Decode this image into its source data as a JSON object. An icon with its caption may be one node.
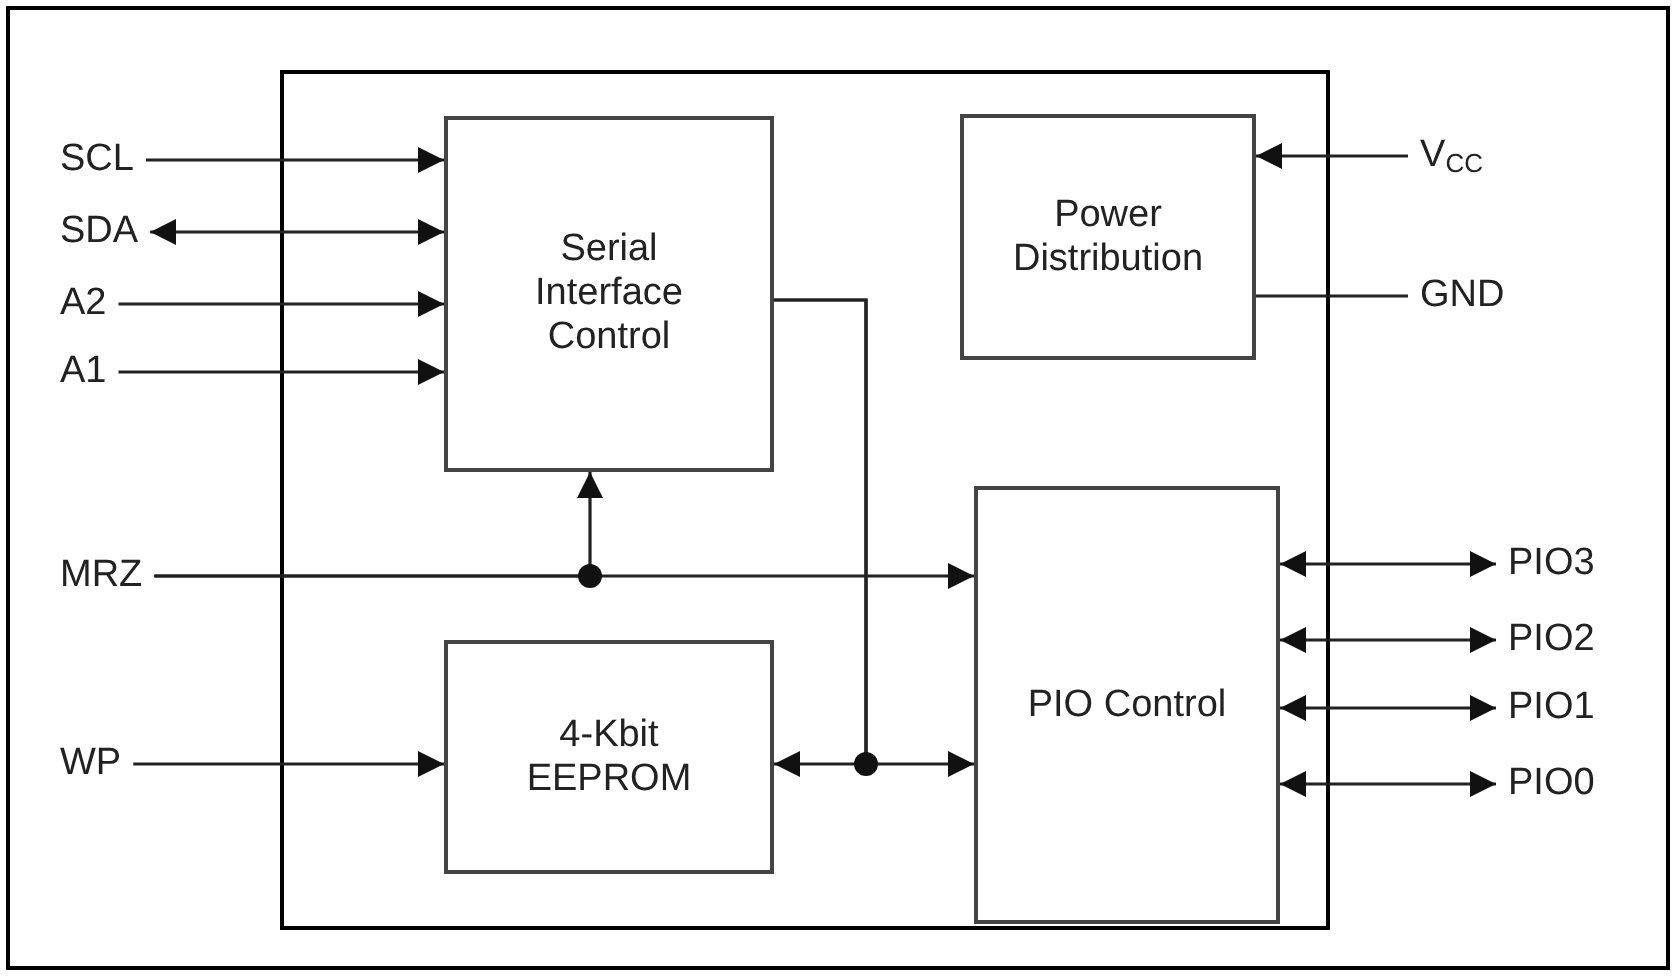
{
  "diagram": {
    "nodes": [
      {
        "text": [],
        "shape": "box"
      },
      {
        "text": [
          "Serial Interface Control"
        ],
        "in": 0
      },
      {
        "text": [
          "Power Distribution"
        ],
        "in": 0
      },
      {
        "text": [
          "PIO Control"
        ],
        "in": 0
      },
      {
        "text": [
          "4-Kbit EEPROM"
        ],
        "in": 0
      },
      {
        "text": [
          "SCL"
        ]
      },
      {
        "text": [
          "SDA"
        ]
      },
      {
        "text": [
          "A2"
        ]
      },
      {
        "text": [
          "A1"
        ]
      },
      {
        "text": [
          "MRZ"
        ]
      },
      {
        "text": [
          "WP"
        ]
      },
      {
        "text": [
          "V$_{CC}$"
        ]
      },
      {
        "text": [
          "GND"
        ]
      },
      {
        "text": [
          "PIO3"
        ]
      },
      {
        "text": [
          "PIO2"
        ]
      },
      {
        "text": [
          "PIO1"
        ]
      },
      {
        "text": [
          "PIO0"
        ]
      }
    ],
    "edges": [
      {
        "from": 5,
        "to": 1,
        "arrow": "to"
      },
      {
        "from": 6,
        "to": 1,
        "arrow": "both"
      },
      {
        "from": 7,
        "to": 1,
        "arrow": "to"
      },
      {
        "from": 8,
        "to": 1,
        "arrow": "to"
      },
      {
        "from": 11,
        "to": 2,
        "arrow": "to"
      },
      {
        "from": 2,
        "to": 12,
        "arrow": "none"
      },
      {
        "from": 9,
        "to": 1,
        "arrow": "to"
      },
      {
        "from": 9,
        "to": 3,
        "arrow": "to"
      },
      {
        "from": 10,
        "to": 4,
        "arrow": "to"
      },
      {
        "from": 1,
        "to": 4,
        "arrow": "to"
      },
      {
        "from": 1,
        "to": 3,
        "arrow": "to"
      },
      {
        "from": 3,
        "to": 13,
        "arrow": "both"
      },
      {
        "from": 3,
        "to": 14,
        "arrow": "both"
      },
      {
        "from": 3,
        "to": 15,
        "arrow": "both"
      },
      {
        "from": 3,
        "to": 16,
        "arrow": "both"
      }
    ]
  }
}
